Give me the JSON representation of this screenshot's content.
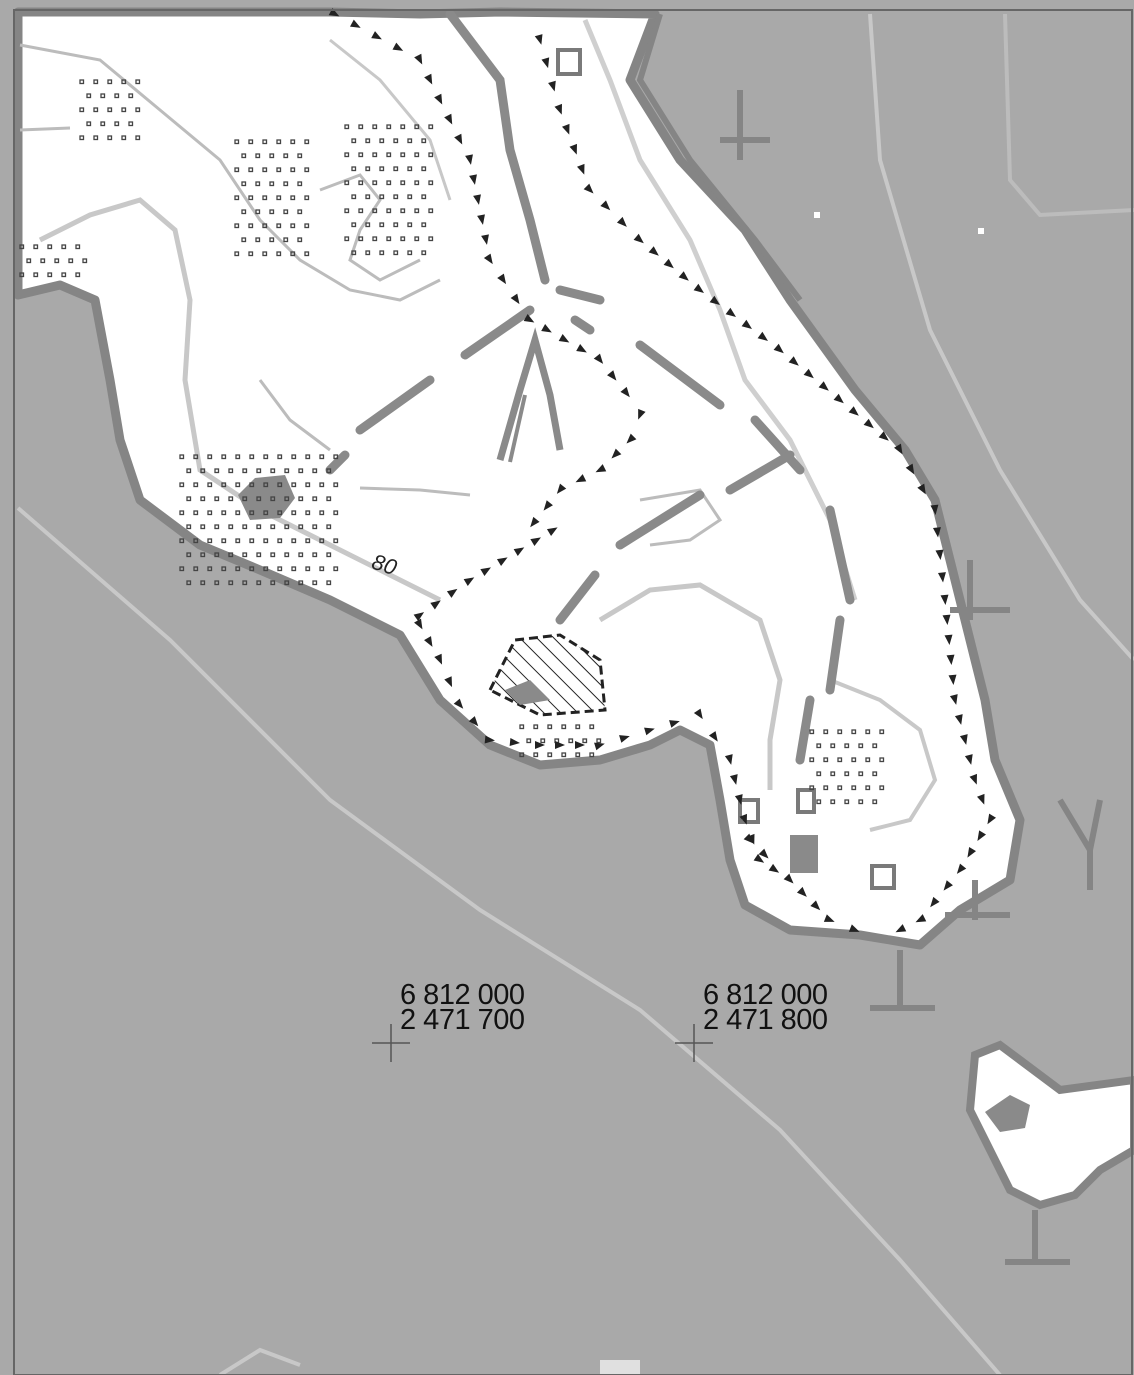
{
  "map": {
    "contour_label": "80",
    "grid_points": [
      {
        "northing": "6 812 000",
        "easting": "2 471 700"
      },
      {
        "northing": "6 812 000",
        "easting": "2 471 800"
      }
    ]
  },
  "colors": {
    "water": "#a9a9a9",
    "land": "#ffffff",
    "shoreline": "#858585",
    "contour": "#c8c8c8",
    "rock": "#8a8a8a",
    "symbol": "#222222"
  }
}
